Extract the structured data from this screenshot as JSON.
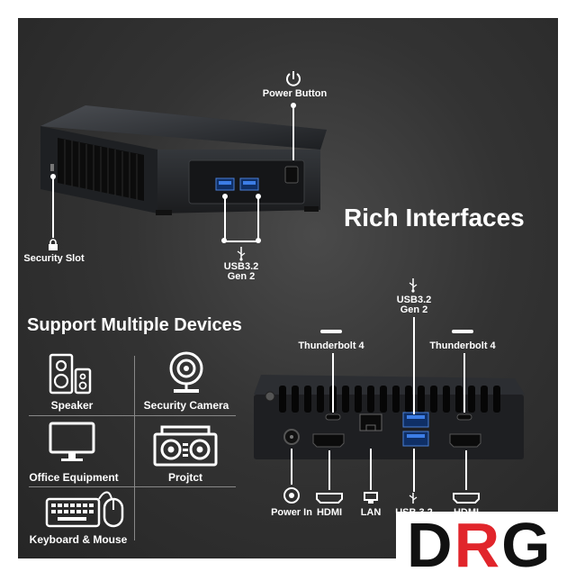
{
  "top": {
    "power_button": "Power Button",
    "security_slot": "Security Slot",
    "usb_line1": "USB3.2",
    "usb_line2": "Gen 2",
    "headline": "Rich Interfaces"
  },
  "devices": {
    "heading": "Support Multiple Devices",
    "items": [
      "Speaker",
      "Security Camera",
      "Office Equipment",
      "Projtct",
      "Keyboard & Mouse"
    ]
  },
  "rear": {
    "usb_line1": "USB3.2",
    "usb_line2": "Gen 2",
    "tb_left": "Thunderbolt 4",
    "tb_right": "Thunderbolt 4",
    "power_in": "Power In",
    "hdmi_left": "HDMI",
    "lan": "LAN",
    "usb_bottom": "USB 3.2",
    "hdmi_right": "HDMI"
  },
  "logo": {
    "d": "D",
    "r": "R",
    "g": "G"
  }
}
